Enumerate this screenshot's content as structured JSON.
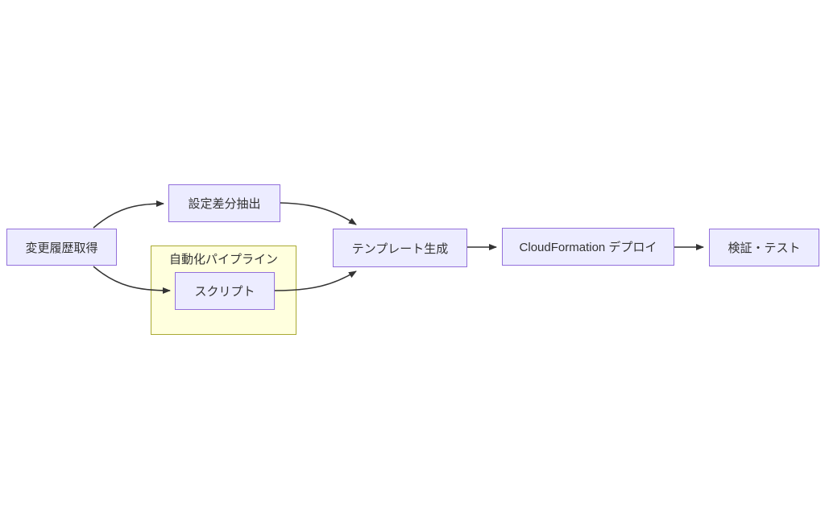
{
  "diagram": {
    "type": "flowchart-LR",
    "nodes": {
      "change_history": {
        "label": "変更履歴取得"
      },
      "config_diff": {
        "label": "設定差分抽出"
      },
      "script": {
        "label": "スクリプト"
      },
      "template_gen": {
        "label": "テンプレート生成"
      },
      "cf_deploy": {
        "label": "CloudFormation デプロイ"
      },
      "verify_test": {
        "label": "検証・テスト"
      }
    },
    "cluster": {
      "label": "自動化パイプライン",
      "contains": [
        "script"
      ]
    },
    "edges": [
      {
        "from": "change_history",
        "to": "config_diff"
      },
      {
        "from": "change_history",
        "to": "script"
      },
      {
        "from": "config_diff",
        "to": "template_gen"
      },
      {
        "from": "script",
        "to": "template_gen"
      },
      {
        "from": "template_gen",
        "to": "cf_deploy"
      },
      {
        "from": "cf_deploy",
        "to": "verify_test"
      }
    ],
    "colors": {
      "node_fill": "#ECECFF",
      "node_border": "#9370DB",
      "cluster_fill": "#FFFFDE",
      "cluster_border": "#AAAA33",
      "edge": "#333333",
      "text": "#333333",
      "background": "#FFFFFF"
    }
  }
}
